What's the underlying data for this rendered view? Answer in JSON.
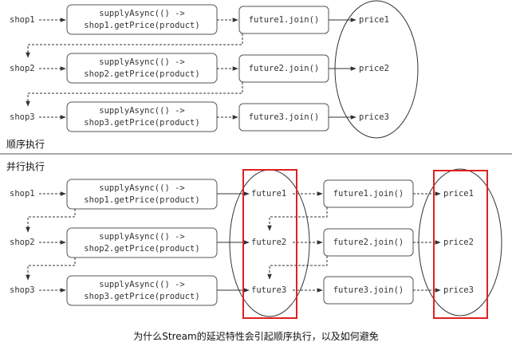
{
  "sequential": {
    "section_label": "顺序执行",
    "rows": [
      {
        "shop": "shop1",
        "supply_line1": "supplyAsync(() ->",
        "supply_line2": "shop1.getPrice(product)",
        "join": "future1.join()",
        "price": "price1"
      },
      {
        "shop": "shop2",
        "supply_line1": "supplyAsync(() ->",
        "supply_line2": "shop2.getPrice(product)",
        "join": "future2.join()",
        "price": "price2"
      },
      {
        "shop": "shop3",
        "supply_line1": "supplyAsync(() ->",
        "supply_line2": "shop3.getPrice(product)",
        "join": "future3.join()",
        "price": "price3"
      }
    ]
  },
  "parallel": {
    "section_label": "并行执行",
    "rows": [
      {
        "shop": "shop1",
        "supply_line1": "supplyAsync(() ->",
        "supply_line2": "shop1.getPrice(product)",
        "future": "future1",
        "join": "future1.join()",
        "price": "price1"
      },
      {
        "shop": "shop2",
        "supply_line1": "supplyAsync(() ->",
        "supply_line2": "shop2.getPrice(product)",
        "future": "future2",
        "join": "future2.join()",
        "price": "price2"
      },
      {
        "shop": "shop3",
        "supply_line1": "supplyAsync(() ->",
        "supply_line2": "shop3.getPrice(product)",
        "future": "future3",
        "join": "future3.join()",
        "price": "price3"
      }
    ]
  },
  "caption": "为什么Stream的延迟特性会引起顺序执行，以及如何避免",
  "colors": {
    "highlight": "#e02020",
    "line": "#333333"
  }
}
